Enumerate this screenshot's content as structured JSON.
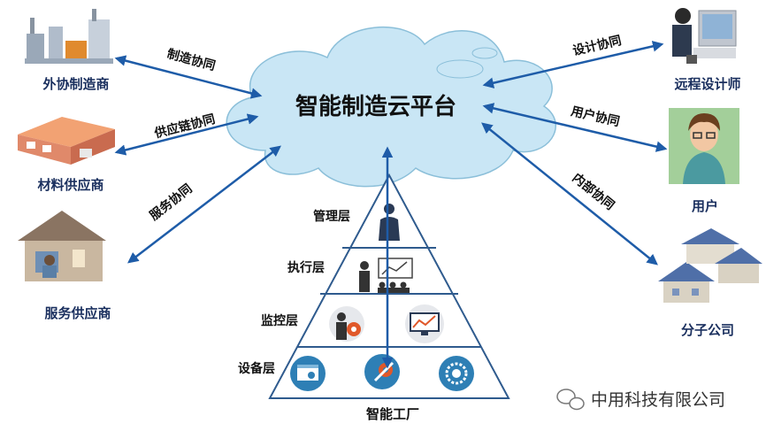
{
  "platform": {
    "title": "智能制造云平台"
  },
  "partners": {
    "outsource": "外协制造商",
    "material": "材料供应商",
    "service": "服务供应商",
    "designer": "远程设计师",
    "user": "用户",
    "branch": "分子公司"
  },
  "links": {
    "manufacturing": "制造协同",
    "supply_chain": "供应链协同",
    "service": "服务协同",
    "design": "设计协同",
    "user": "用户协同",
    "internal": "内部协同"
  },
  "factory": {
    "name": "智能工厂",
    "layers": {
      "management": "管理层",
      "execution": "执行层",
      "monitoring": "监控层",
      "device": "设备层"
    }
  },
  "watermark": {
    "text": "中用科技有限公司"
  },
  "colors": {
    "arrow": "#1e5ca8",
    "cloud": "#c9e6f5",
    "cloud_stroke": "#8bbfd9",
    "pyramid_stroke": "#2f5b8e",
    "icon_circle": "#2e7fb5",
    "text": "#1a2f5e"
  }
}
